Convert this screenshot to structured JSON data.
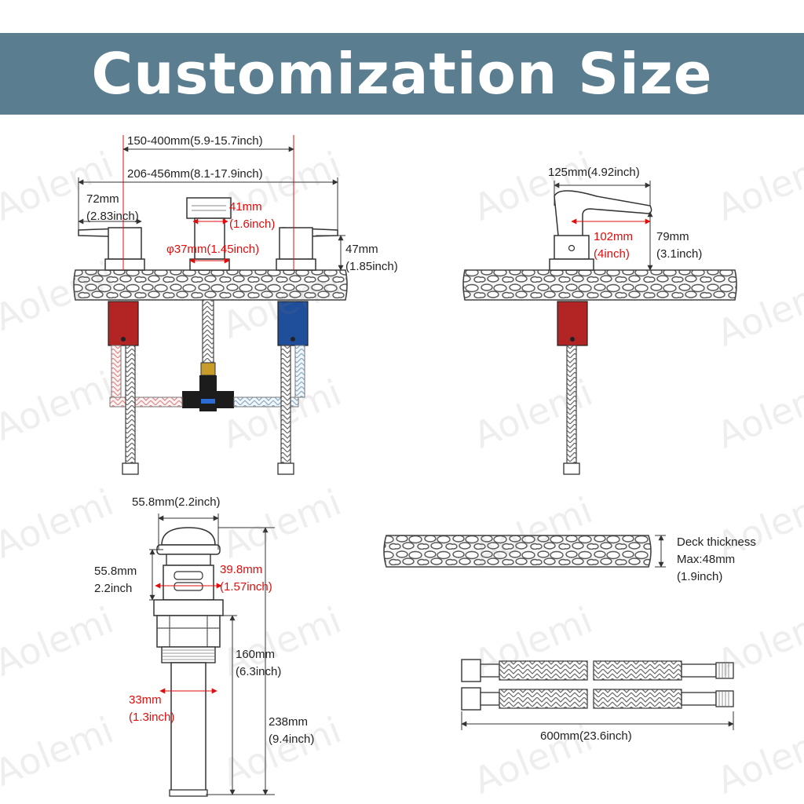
{
  "header": {
    "title": "Customization Size"
  },
  "watermark": "Aolemi",
  "faucet_front": {
    "center_spread": "150-400mm(5.9-15.7inch)",
    "overall_width": "206-456mm(8.1-17.9inch)",
    "handle_width": [
      "72mm",
      "(2.83inch)"
    ],
    "spout_width": [
      "41mm",
      "(1.6inch)"
    ],
    "base_diameter": "φ37mm(1.45inch)",
    "handle_height": [
      "47mm",
      "(1.85inch)"
    ]
  },
  "faucet_side": {
    "reach": "125mm(4.92inch)",
    "spout_reach": [
      "102mm",
      "(4inch)"
    ],
    "height": [
      "79mm",
      "(3.1inch)"
    ]
  },
  "drain": {
    "cap_width": "55.8mm(2.2inch)",
    "body_height": [
      "55.8mm",
      "2.2inch"
    ],
    "inner_width": [
      "39.8mm",
      "(1.57inch)"
    ],
    "tail_length": [
      "160mm",
      "(6.3inch)"
    ],
    "tail_diameter": [
      "33mm",
      "(1.3inch)"
    ],
    "total_height": [
      "238mm",
      "(9.4inch)"
    ]
  },
  "deck": {
    "lines": [
      "Deck thickness",
      "Max:48mm",
      "(1.9inch)"
    ]
  },
  "hose": {
    "length": "600mm(23.6inch)"
  },
  "colors": {
    "banner": "#5a7d90",
    "hot": "#b32424",
    "cold": "#1f4f9a",
    "dimension_red": "#e10d0d"
  }
}
